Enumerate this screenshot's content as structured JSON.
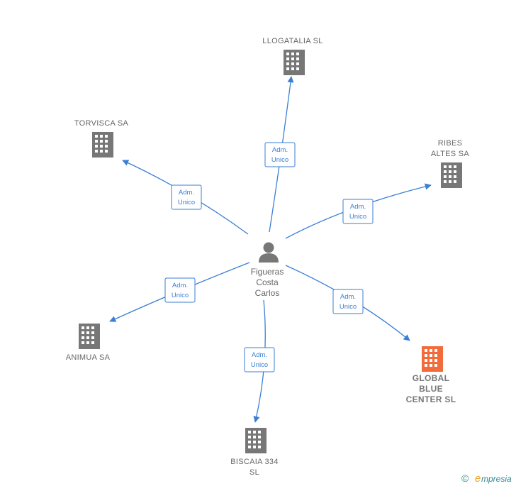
{
  "center": {
    "name_lines": [
      "Figueras",
      "Costa",
      "Carlos"
    ],
    "icon": "person-icon"
  },
  "relation": {
    "line1": "Adm.",
    "line2": "Unico"
  },
  "companies": [
    {
      "id": "llogatalia",
      "label_lines": [
        "LLOGATALIA SL"
      ],
      "icon": "building-icon",
      "color": "#777777",
      "highlight": false
    },
    {
      "id": "torvisca",
      "label_lines": [
        "TORVISCA SA"
      ],
      "icon": "building-icon",
      "color": "#777777",
      "highlight": false
    },
    {
      "id": "ribes",
      "label_lines": [
        "RIBES",
        "ALTES SA"
      ],
      "icon": "building-icon",
      "color": "#777777",
      "highlight": false
    },
    {
      "id": "animua",
      "label_lines": [
        "ANIMUA SA"
      ],
      "icon": "building-icon",
      "color": "#777777",
      "highlight": false
    },
    {
      "id": "global-blue",
      "label_lines": [
        "GLOBAL",
        "BLUE",
        "CENTER SL"
      ],
      "icon": "building-icon",
      "color": "#f26b3a",
      "highlight": true
    },
    {
      "id": "biscaia",
      "label_lines": [
        "BISCAIA 334",
        "SL"
      ],
      "icon": "building-icon",
      "color": "#777777",
      "highlight": false
    }
  ],
  "colors": {
    "edge": "#3a7fd5",
    "building": "#777777",
    "highlight": "#f26b3a",
    "person": "#777777"
  },
  "footer": {
    "copyright": "©",
    "brand_initial": "e",
    "brand_rest": "mpresia"
  }
}
